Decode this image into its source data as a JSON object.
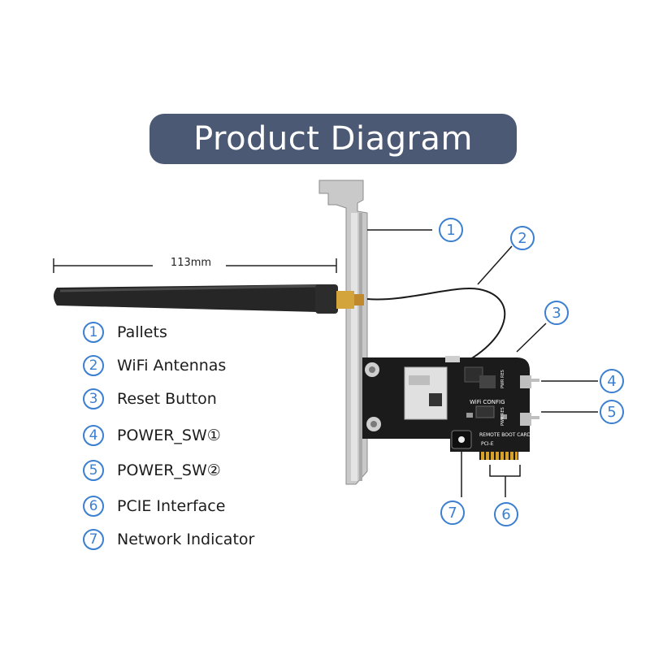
{
  "title": "Product Diagram",
  "dimension": {
    "label": "113mm"
  },
  "legend": [
    {
      "num": "1",
      "label": "Pallets"
    },
    {
      "num": "2",
      "label": "WiFi Antennas"
    },
    {
      "num": "3",
      "label": "Reset Button"
    },
    {
      "num": "4",
      "label": "POWER_SW①"
    },
    {
      "num": "5",
      "label": "POWER_SW②"
    },
    {
      "num": "6",
      "label": "PCIE Interface"
    },
    {
      "num": "7",
      "label": "Network Indicator"
    }
  ],
  "callouts": [
    "1",
    "2",
    "3",
    "4",
    "5",
    "6",
    "7"
  ],
  "board_labels": {
    "wifi_config": "WiFi CONFIG",
    "remote_boot_card": "REMOTE BOOT CARD",
    "pwr_res_top": "PWR RES",
    "pwr_res_bottom": "PWR RES",
    "pcie": "PCI-E"
  },
  "colors": {
    "banner": "#4b5974",
    "accent": "#3b7fd0",
    "pcb": "#1b1b1b",
    "bracket": "#c8c8c8",
    "gold": "#d7a12a"
  }
}
